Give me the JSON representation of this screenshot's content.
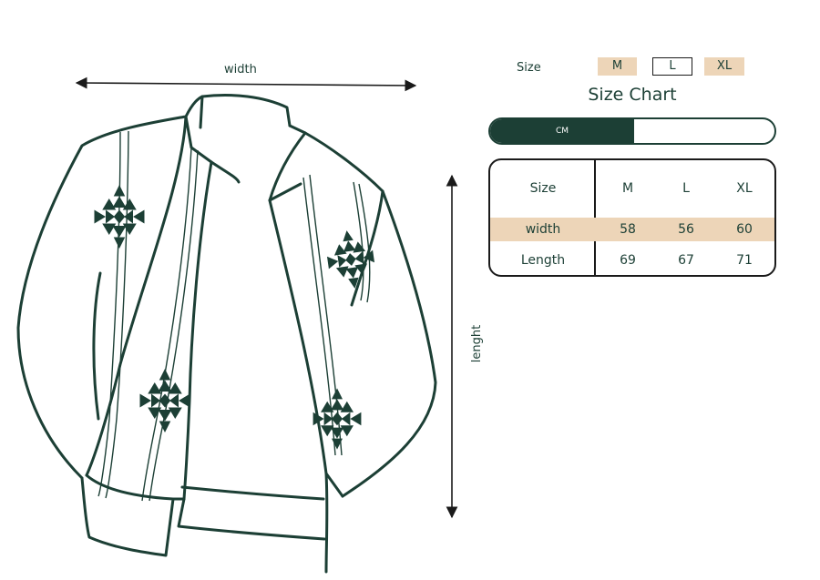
{
  "dimensions": {
    "width_label": "width",
    "length_label": "lenght"
  },
  "size_selector": {
    "label": "Size",
    "options": [
      "M",
      "L",
      "XL"
    ],
    "selected": "L"
  },
  "chart_title": "Size Chart",
  "unit_toggle": {
    "active": "CM"
  },
  "size_table": {
    "header": [
      "Size",
      "M",
      "L",
      "XL"
    ],
    "rows": [
      {
        "label": "width",
        "M": "58",
        "L": "56",
        "XL": "60"
      },
      {
        "label": "Length",
        "M": "69",
        "L": "67",
        "XL": "71"
      }
    ]
  },
  "colors": {
    "primary": "#1c3f35",
    "highlight": "#edd5b8",
    "border": "#1a1a1a"
  }
}
